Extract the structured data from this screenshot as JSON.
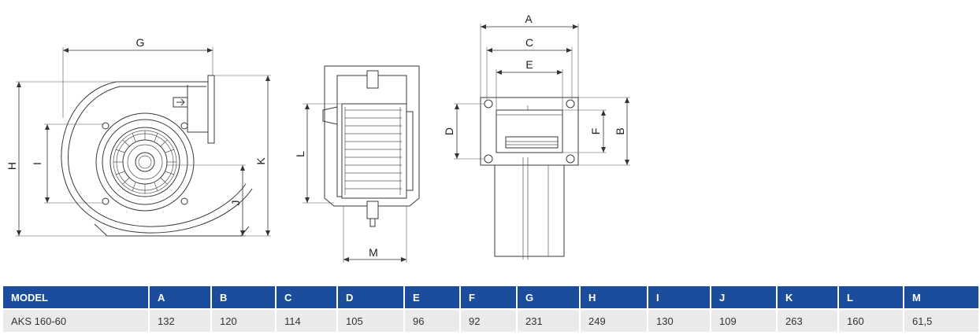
{
  "drawing": {
    "side_labels": {
      "G": "G",
      "H": "H",
      "I": "I",
      "J": "J",
      "K": "K"
    },
    "front_labels": {
      "L": "L",
      "M": "M"
    },
    "outlet_labels": {
      "A": "A",
      "C": "C",
      "E": "E",
      "D": "D",
      "F": "F",
      "B": "B"
    }
  },
  "table": {
    "headers": [
      "MODEL",
      "A",
      "B",
      "C",
      "D",
      "E",
      "F",
      "G",
      "H",
      "I",
      "J",
      "K",
      "L",
      "M"
    ],
    "rows": [
      [
        "AKS 160-60",
        "132",
        "120",
        "114",
        "105",
        "96",
        "92",
        "231",
        "249",
        "130",
        "109",
        "263",
        "160",
        "61,5"
      ]
    ]
  }
}
